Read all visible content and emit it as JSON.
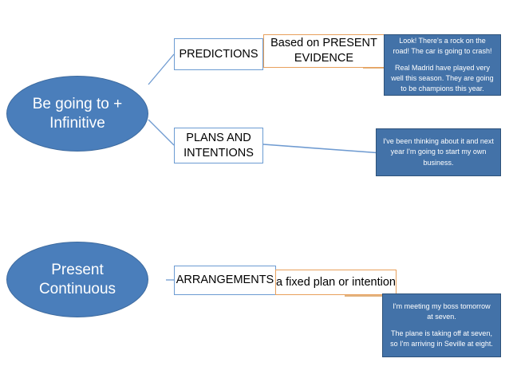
{
  "diagram": {
    "title_hidden": "",
    "colors": {
      "ellipse_fill": "#4a7ebb",
      "blue_box_fill": "#4372a8",
      "blue_border": "#6b9bd2",
      "orange_border": "#e8a05c",
      "connector": "#5b8cc4",
      "text_light": "#ffffff",
      "text_dark": "#000000"
    },
    "nodes": {
      "be_going_to": {
        "label": "Be going to + Infinitive"
      },
      "present_continuous": {
        "label": "Present Continuous"
      },
      "predictions": {
        "label": "PREDICTIONS"
      },
      "plans_intentions": {
        "label": "PLANS AND INTENTIONS"
      },
      "arrangements": {
        "label": "ARRANGEMENTS"
      },
      "present_evidence": {
        "label": "Based on PRESENT EVIDENCE"
      },
      "fixed_plan": {
        "label": "a fixed plan or intention"
      }
    },
    "examples": {
      "predictions": [
        "Look! There's a rock on the road! The car is going to crash!",
        "Real Madrid have played very well this season. They are going to be champions this year."
      ],
      "plans_intentions": [
        "I've been thinking about it and next year I'm going to start my own business."
      ],
      "arrangements": [
        "I'm meeting my boss tomorrow at seven.",
        "The plane is taking off at seven, so I'm arriving in Seville at eight."
      ]
    }
  }
}
